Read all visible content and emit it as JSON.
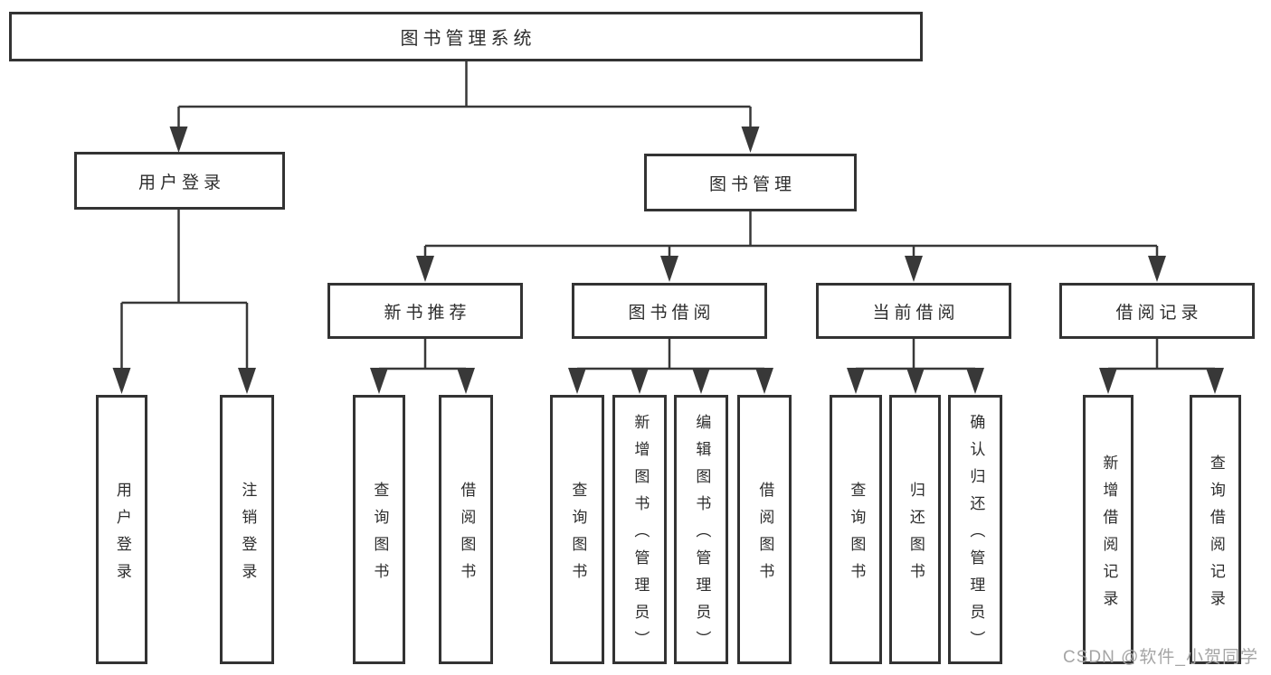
{
  "diagram": {
    "root": {
      "label": "图书管理系统"
    },
    "branches": [
      {
        "label": "用户登录",
        "children": [
          {
            "label": "用户登录"
          },
          {
            "label": "注销登录"
          }
        ]
      },
      {
        "label": "图书管理",
        "children": [
          {
            "label": "新书推荐",
            "children": [
              {
                "label": "查询图书"
              },
              {
                "label": "借阅图书"
              }
            ]
          },
          {
            "label": "图书借阅",
            "children": [
              {
                "label": "查询图书"
              },
              {
                "label": "新增图书（管理员）"
              },
              {
                "label": "编辑图书（管理员）"
              },
              {
                "label": "借阅图书"
              }
            ]
          },
          {
            "label": "当前借阅",
            "children": [
              {
                "label": "查询图书"
              },
              {
                "label": "归还图书"
              },
              {
                "label": "确认归还（管理员）"
              }
            ]
          },
          {
            "label": "借阅记录",
            "children": [
              {
                "label": "新增借阅记录"
              },
              {
                "label": "查询借阅记录"
              }
            ]
          }
        ]
      }
    ]
  },
  "watermark": {
    "text": "CSDN @软件_小贺同学"
  },
  "colors": {
    "line": "#383838",
    "box_border": "#333333",
    "text": "#2d2d2d",
    "watermark": "#a5a5a5",
    "background": "#ffffff"
  }
}
